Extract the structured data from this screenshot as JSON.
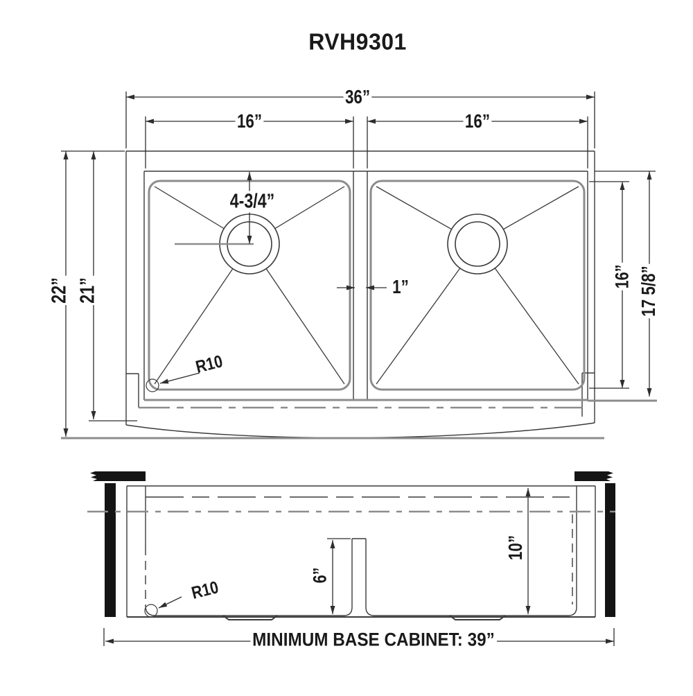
{
  "title": "RVH9301",
  "top_view": {
    "dim_overall_width": "36”",
    "dim_left_bowl_width": "16”",
    "dim_right_bowl_width": "16”",
    "dim_overall_depth": "22”",
    "dim_inner_depth": "21”",
    "dim_bowl_front_back": "16”",
    "dim_opening_front_back": "17 5/8”",
    "dim_drain_offset": "4-3/4”",
    "dim_divider_width": "1”",
    "corner_radius": "R10"
  },
  "front_view": {
    "dim_divider_height": "6”",
    "dim_bowl_depth": "10”",
    "corner_radius": "R10",
    "base_cabinet_note": "MINIMUM BASE CABINET: 39”"
  },
  "colors": {
    "line_dark": "#3a3a3a",
    "line_gray": "#8c8c8c",
    "fill_black": "#141414"
  }
}
